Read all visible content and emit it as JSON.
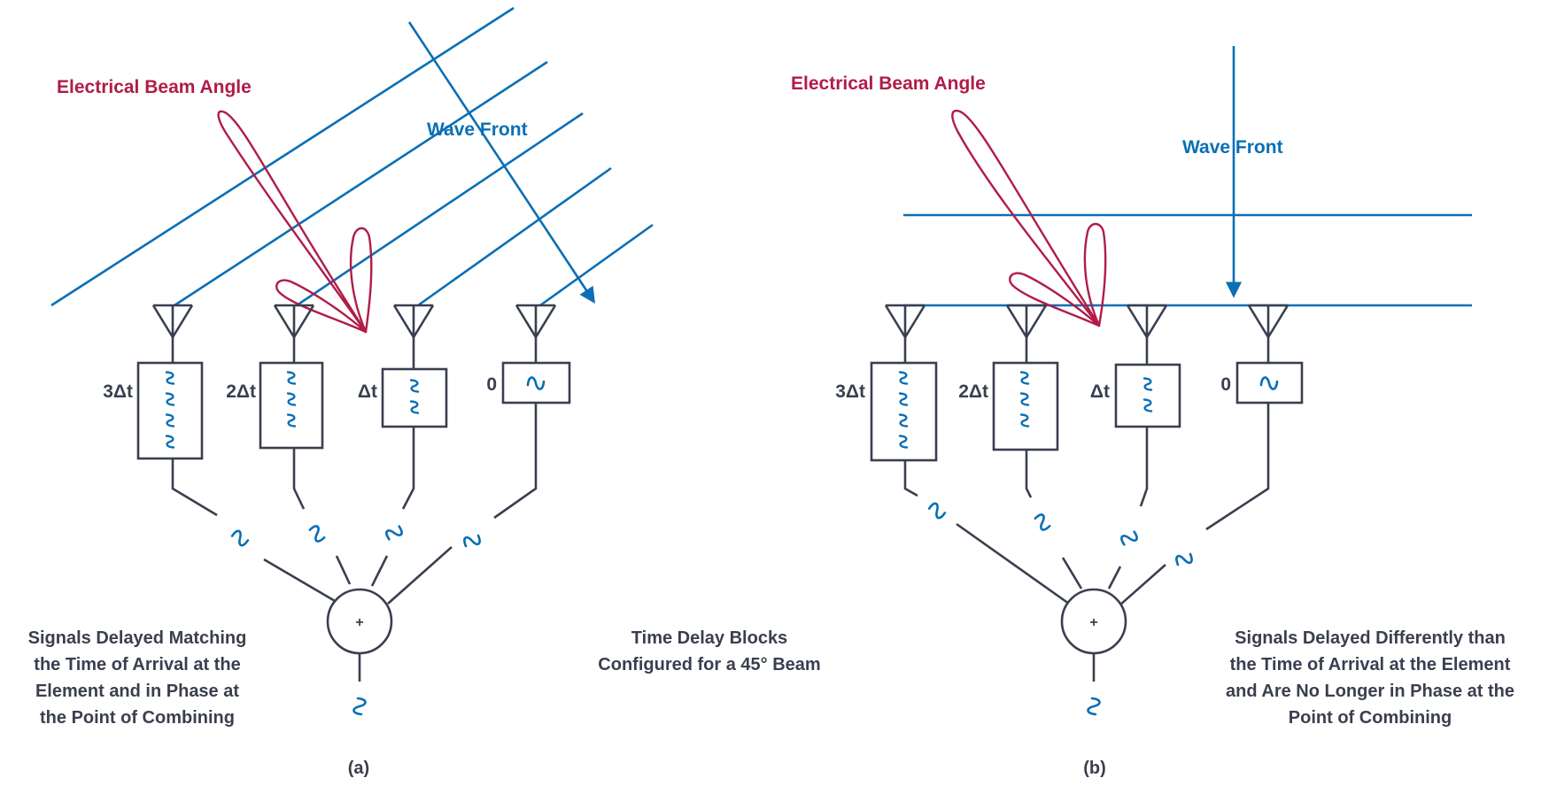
{
  "colors": {
    "wave_front": "#0a6fb5",
    "beam_pattern": "#b01c48",
    "circuit": "#3a3f4f",
    "background": "#ffffff"
  },
  "panel_a": {
    "beam_label": "Electrical Beam Angle",
    "wave_front_label": "Wave Front",
    "delay_labels": [
      "3Δt",
      "2Δt",
      "Δt",
      "0"
    ],
    "combiner_symbol": "+",
    "left_note": [
      "Signals Delayed Matching",
      "the Time of Arrival at the",
      "Element and in Phase at",
      "the Point of Combining"
    ],
    "caption": "(a)"
  },
  "center_note": [
    "Time Delay Blocks",
    "Configured for a 45° Beam"
  ],
  "panel_b": {
    "beam_label": "Electrical Beam Angle",
    "wave_front_label": "Wave Front",
    "delay_labels": [
      "3Δt",
      "2Δt",
      "Δt",
      "0"
    ],
    "combiner_symbol": "+",
    "right_note": [
      "Signals Delayed Differently than",
      "the Time of Arrival at the Element",
      "and Are No Longer in Phase at the",
      "Point of Combining"
    ],
    "caption": "(b)"
  }
}
